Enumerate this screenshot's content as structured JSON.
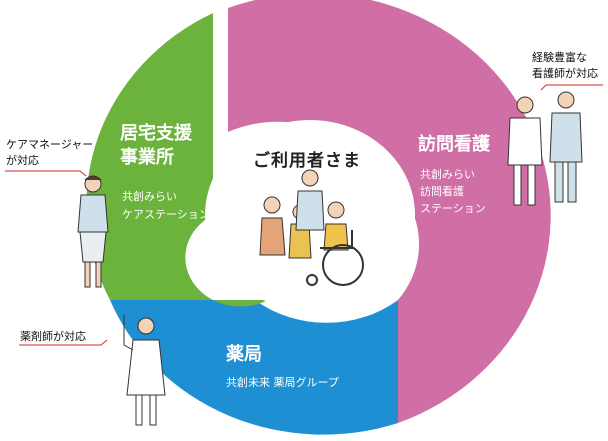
{
  "center": {
    "title": "ご利用者さま"
  },
  "segments": {
    "care": {
      "title_1": "居宅支援",
      "title_2": "事業所",
      "sub_1": "共創みらい",
      "sub_2": "ケアステーション",
      "color": "#6bb33c"
    },
    "nursing": {
      "title": "訪問看護",
      "sub_1": "共創みらい",
      "sub_2": "訪問看護",
      "sub_3": "ステーション",
      "color": "#cf6fa6"
    },
    "pharmacy": {
      "title": "薬局",
      "sub": "共創未来 薬局グループ",
      "color": "#1f8fd3"
    }
  },
  "callouts": {
    "care_manager": {
      "line_1": "ケアマネージャー",
      "line_2": "が対応"
    },
    "nurse": {
      "line_1": "経験豊富な",
      "line_2": "看護師が対応"
    },
    "pharmacist": {
      "line_1": "薬剤師が対応"
    }
  },
  "colors": {
    "callout_line": "#d2292c",
    "figure_line": "#333333",
    "skin": "#f3d3b8"
  },
  "icons": [
    "people-group-icon",
    "care-manager-figure-icon",
    "nurse-figure-icon",
    "doctor-figure-icon",
    "pharmacist-figure-icon",
    "wheelchair-icon"
  ]
}
